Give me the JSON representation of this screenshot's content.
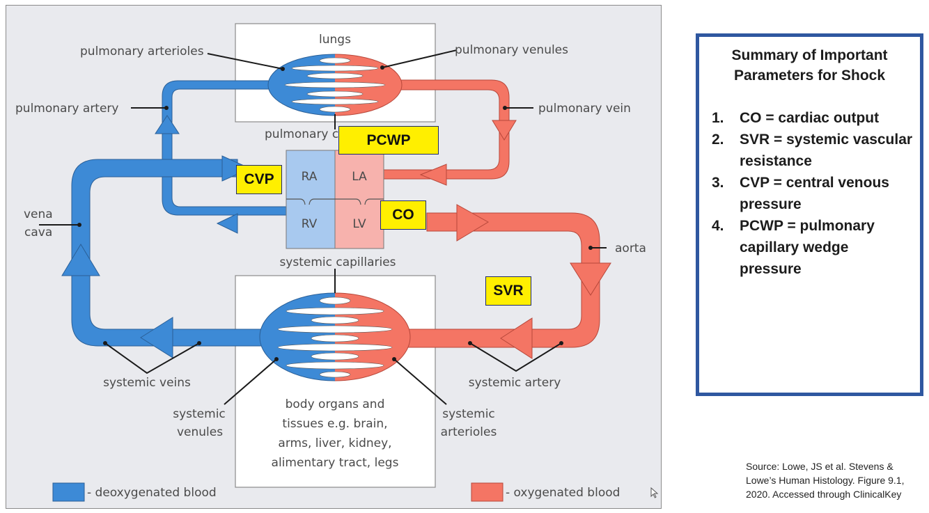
{
  "diagram": {
    "labels": {
      "lungs": "lungs",
      "pulmonary_arterioles": "pulmonary arterioles",
      "pulmonary_venules": "pulmonary venules",
      "pulmonary_artery": "pulmonary artery",
      "pulmonary_vein": "pulmonary vein",
      "pulmonary_capillaries": "pulmonary c",
      "vena_cava_line1": "vena",
      "vena_cava_line2": "cava",
      "aorta": "aorta",
      "systemic_capillaries": "systemic capillaries",
      "systemic_veins": "systemic veins",
      "systemic_artery": "systemic artery",
      "systemic_venules_line1": "systemic",
      "systemic_venules_line2": "venules",
      "systemic_arterioles_line1": "systemic",
      "systemic_arterioles_line2": "arterioles",
      "body_line1": "body organs and",
      "body_line2": "tissues e.g. brain,",
      "body_line3": "arms, liver, kidney,",
      "body_line4": "alimentary tract, legs"
    },
    "chambers": {
      "ra": "RA",
      "la": "LA",
      "rv": "RV",
      "lv": "LV"
    },
    "highlights": {
      "pcwp": "PCWP",
      "cvp": "CVP",
      "co": "CO",
      "svr": "SVR"
    },
    "legend": {
      "deoxygenated": "- deoxygenated blood",
      "oxygenated": "- oxygenated blood"
    },
    "colors": {
      "deoxygenated": "#3d8ad6",
      "oxygenated": "#f47564",
      "ra_fill": "#a8c9ef",
      "la_fill": "#f7b2ad",
      "highlight": "#ffef00"
    }
  },
  "summary": {
    "title_line1": "Summary of Important",
    "title_line2": "Parameters for Shock",
    "items": [
      {
        "num": "1.",
        "text": "CO = cardiac output"
      },
      {
        "num": "2.",
        "text": "SVR = systemic vascular resistance"
      },
      {
        "num": "3.",
        "text": "CVP = central venous pressure"
      },
      {
        "num": "4.",
        "text": "PCWP = pulmonary capillary wedge pressure"
      }
    ]
  },
  "source": {
    "line1": "Source: Lowe, JS et al. Stevens &",
    "line2": "Lowe’s Human Histology. Figure 9.1,",
    "line3": "2020. Accessed through ClinicalKey"
  }
}
